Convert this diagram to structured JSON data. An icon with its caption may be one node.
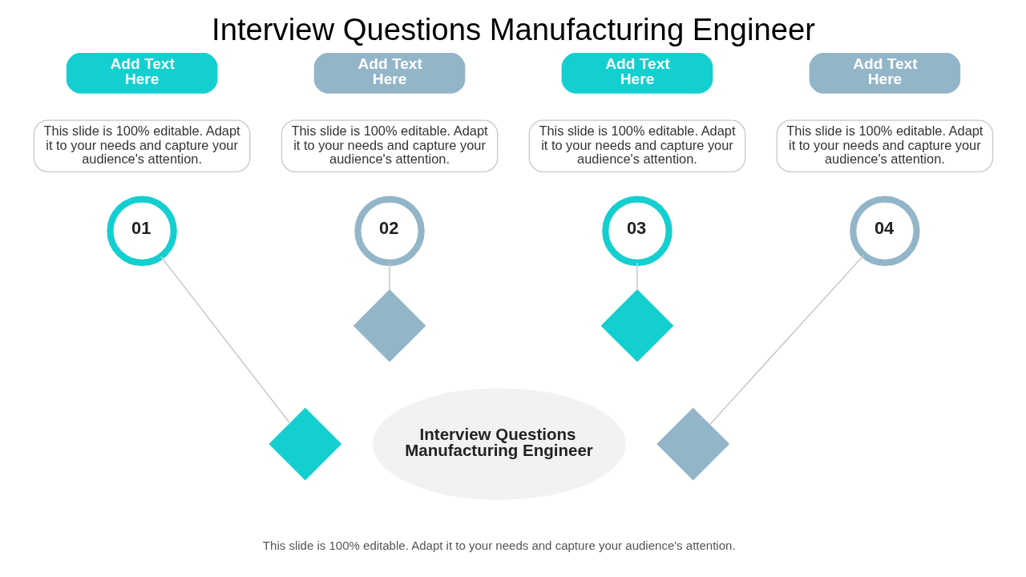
{
  "diagram": {
    "title": "Interview Questions Manufacturing Engineer",
    "caption": "This slide is 100% editable. Adapt it to your needs and capture your audience's attention.",
    "nodes": [
      {
        "text": [
          "Add Text Here"
        ]
      },
      {
        "text": [
          "This slide is 100% editable. Adapt it to your needs and capture your audience's attention."
        ]
      },
      {
        "text": [
          "01"
        ]
      },
      {
        "text": [
          "Add Text Here"
        ]
      },
      {
        "text": [
          "This slide is 100% editable. Adapt it to your needs and capture your audience's attention."
        ]
      },
      {
        "text": [
          "02"
        ]
      },
      {
        "text": [
          "Add Text Here"
        ]
      },
      {
        "text": [
          "This slide is 100% editable. Adapt it to your needs and capture your audience's attention."
        ]
      },
      {
        "text": [
          "03"
        ]
      },
      {
        "text": [
          "Add Text Here"
        ]
      },
      {
        "text": [
          "This slide is 100% editable. Adapt it to your needs and capture your audience's attention."
        ]
      },
      {
        "text": [
          "04"
        ]
      },
      {
        "text": [],
        "shape": "diamond"
      },
      {
        "text": [],
        "shape": "diamond"
      },
      {
        "text": [],
        "shape": "diamond"
      },
      {
        "text": [],
        "shape": "diamond"
      },
      {
        "text": [
          "Interview Questions Manufacturing Engineer"
        ]
      }
    ],
    "edges": [
      {
        "from": 2,
        "to": 12,
        "arrow": "none"
      },
      {
        "from": 5,
        "to": 13,
        "arrow": "none"
      },
      {
        "from": 8,
        "to": 14,
        "arrow": "none"
      },
      {
        "from": 11,
        "to": 15,
        "arrow": "none"
      }
    ]
  }
}
